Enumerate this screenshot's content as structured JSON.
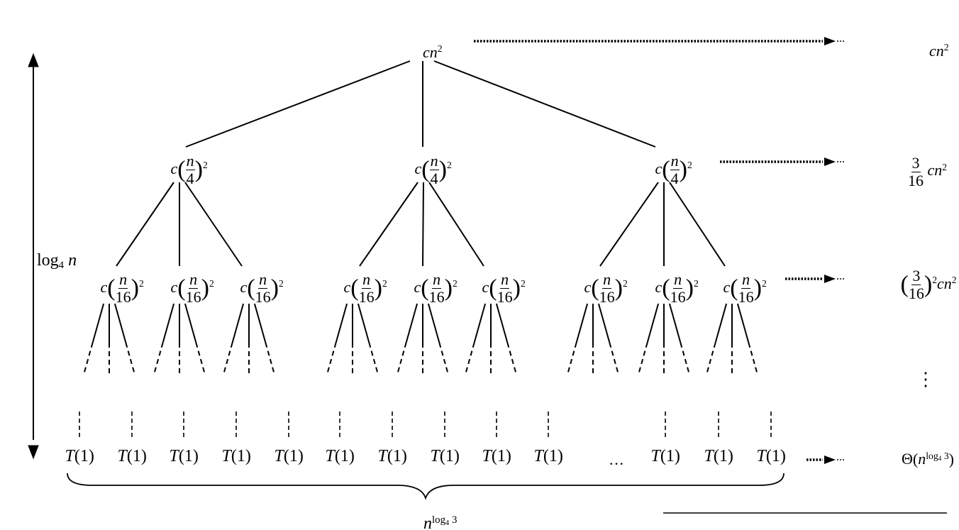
{
  "root": {
    "c": "c",
    "n": "n",
    "exp": "2"
  },
  "level1_node": {
    "c": "c",
    "num": "n",
    "den": "4",
    "exp": "2",
    "count": 3
  },
  "level2_node": {
    "c": "c",
    "num": "n",
    "den": "16",
    "exp": "2",
    "count": 9
  },
  "leaf": {
    "label": "T(1)",
    "count": 13,
    "ellipsis": "···"
  },
  "height_label": {
    "log": "log",
    "base": "4",
    "var": "n"
  },
  "leaf_count": {
    "n": "n",
    "exp": "log",
    "base": "4",
    "arg": "3"
  },
  "row_costs": {
    "level0": {
      "text": "cn",
      "exp": "2"
    },
    "level1": {
      "num": "3",
      "den": "16",
      "tail": "cn",
      "exp": "2"
    },
    "level2": {
      "num": "3",
      "den": "16",
      "exp": "2",
      "tail": "cn",
      "tail_exp": "2"
    },
    "vdots": "⋮",
    "leaves": {
      "theta": "Θ",
      "n": "n",
      "exp": "log",
      "base": "4",
      "arg": "3"
    }
  },
  "colors": {
    "ink": "#000000",
    "paper": "#ffffff"
  }
}
